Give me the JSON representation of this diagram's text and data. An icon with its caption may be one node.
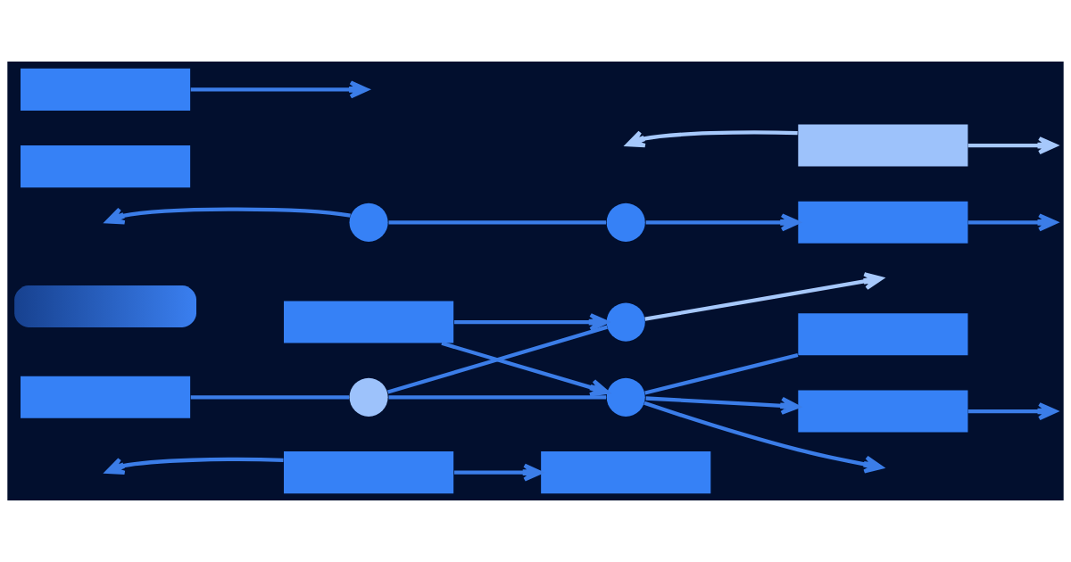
{
  "diagram": {
    "nodes": [
      {
        "text": [],
        "shape": "box"
      },
      {
        "text": [],
        "shape": "box"
      },
      {
        "text": [],
        "shape": "circle"
      },
      {
        "text": [],
        "shape": "box"
      },
      {
        "text": [],
        "shape": "box"
      },
      {
        "text": [],
        "shape": "circle"
      },
      {
        "text": [],
        "shape": "box"
      },
      {
        "text": [],
        "shape": "bar"
      },
      {
        "text": [],
        "shape": "box"
      },
      {
        "text": [],
        "shape": "circle"
      },
      {
        "text": [],
        "shape": "circle"
      },
      {
        "text": [],
        "shape": "circle"
      },
      {
        "text": [],
        "shape": "box"
      },
      {
        "text": [],
        "shape": "box"
      },
      {
        "text": [],
        "shape": "box"
      },
      {
        "text": [],
        "shape": "box"
      }
    ],
    "edges": [
      {
        "from": 0,
        "to": null,
        "arrow": "to"
      },
      {
        "from": 0,
        "to": 1,
        "arrow": "to"
      },
      {
        "from": 2,
        "to": null,
        "arrow": "to",
        "color": "#a6c8fb"
      },
      {
        "from": 4,
        "to": 2,
        "arrow": "to"
      },
      {
        "from": 4,
        "to": 5,
        "arrow": "to"
      },
      {
        "from": 5,
        "to": 3,
        "arrow": "none"
      },
      {
        "from": 5,
        "to": 6,
        "arrow": "to"
      },
      {
        "from": 5,
        "to": null,
        "arrow": "to"
      },
      {
        "from": 6,
        "to": null,
        "arrow": "to"
      },
      {
        "from": 8,
        "to": 9,
        "arrow": "none"
      },
      {
        "from": 9,
        "to": 2,
        "arrow": "none"
      },
      {
        "from": 9,
        "to": 5,
        "arrow": "none"
      },
      {
        "from": 10,
        "to": null,
        "arrow": "to"
      },
      {
        "from": 10,
        "to": 11,
        "arrow": "none"
      },
      {
        "from": 11,
        "to": 15,
        "arrow": "to"
      },
      {
        "from": 13,
        "to": null,
        "arrow": "to",
        "color": "#a6c8fb"
      },
      {
        "from": 13,
        "to": null,
        "arrow": "to",
        "color": "#a6c8fb"
      },
      {
        "from": 14,
        "to": null,
        "arrow": "to"
      },
      {
        "from": 15,
        "to": null,
        "arrow": "to"
      }
    ]
  }
}
